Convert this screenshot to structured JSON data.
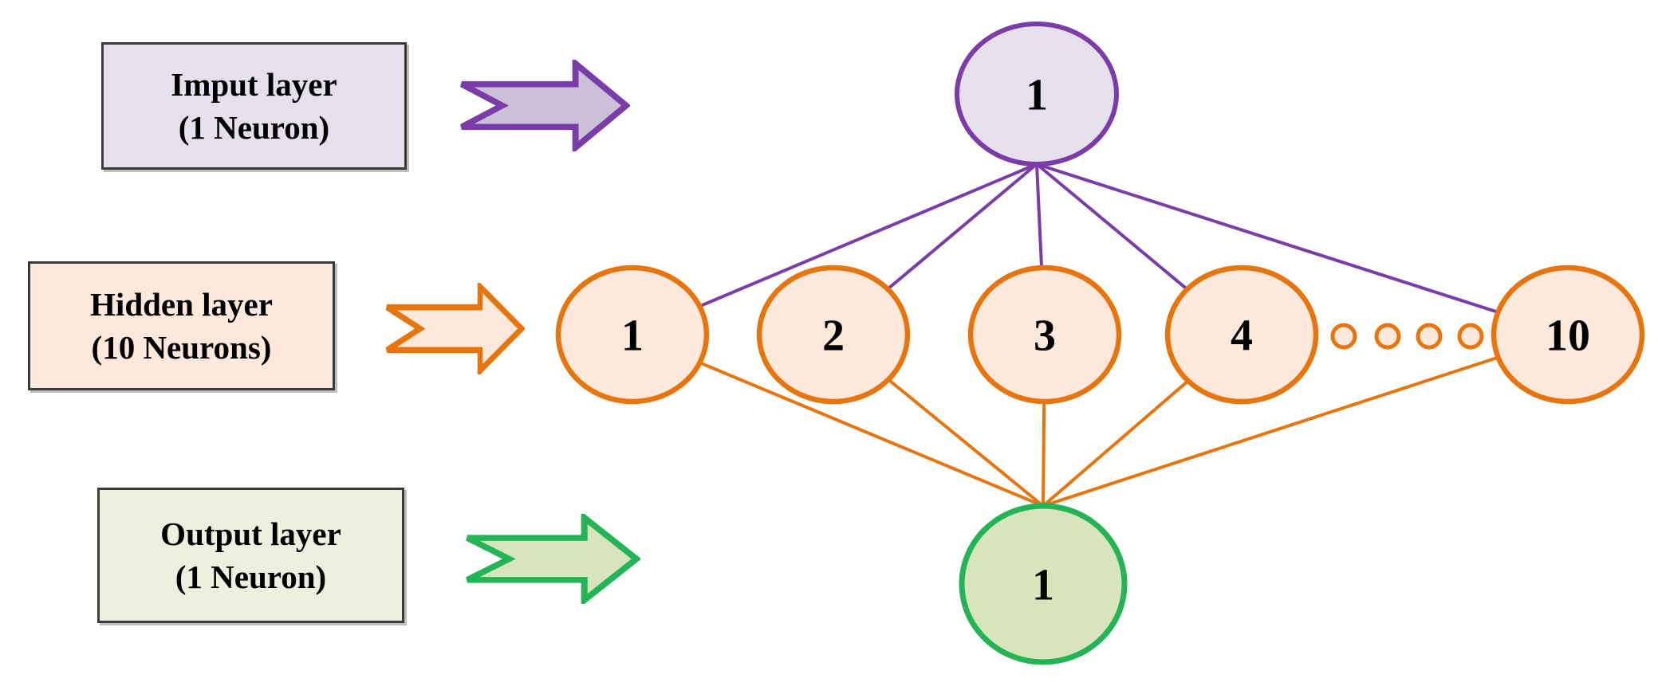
{
  "colors": {
    "background": "#FFFFFF",
    "text": "#000000",
    "box_border": "#3A3A3A",
    "purple_stroke": "#7A3CA8",
    "purple_fill": "#E6E0ED",
    "purple_arrow_fill": "#CCC0D9",
    "orange_stroke": "#E8740E",
    "orange_fill": "#FCE9DB",
    "green_stroke": "#22B455",
    "green_circle_fill": "#D7E4BC",
    "green_box_fill": "#EBF1DE"
  },
  "layers": {
    "input": {
      "label_line1": "Imput layer",
      "label_line2": "(1 Neuron)",
      "neuron_count": 1,
      "neurons": [
        "1"
      ]
    },
    "hidden": {
      "label_line1": "Hidden layer",
      "label_line2": "(10 Neurons)",
      "neuron_count": 10,
      "neurons": [
        "1",
        "2",
        "3",
        "4",
        "10"
      ],
      "ellipsis_dots": 4
    },
    "output": {
      "label_line1": "Output layer",
      "label_line2": "(1 Neuron)",
      "neuron_count": 1,
      "neurons": [
        "1"
      ]
    }
  }
}
